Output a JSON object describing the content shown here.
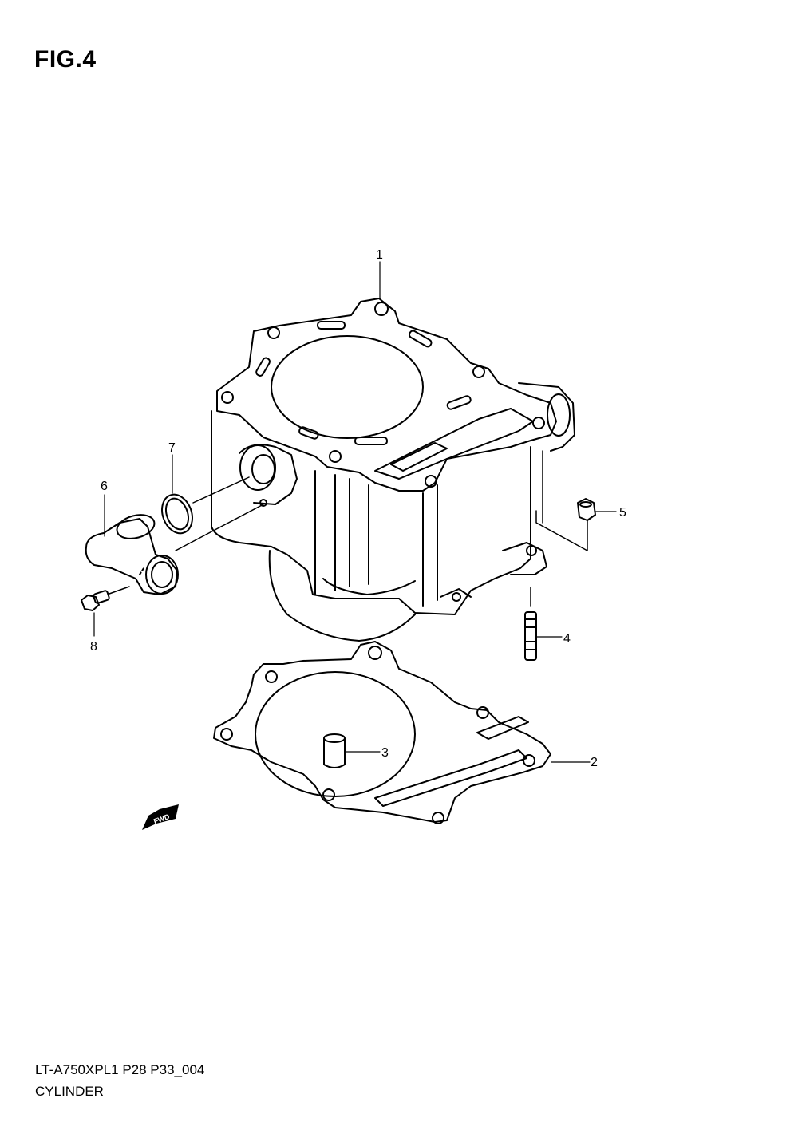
{
  "figure": {
    "title": "FIG.4"
  },
  "callouts": [
    {
      "id": "1",
      "label": "1"
    },
    {
      "id": "2",
      "label": "2"
    },
    {
      "id": "3",
      "label": "3"
    },
    {
      "id": "4",
      "label": "4"
    },
    {
      "id": "5",
      "label": "5"
    },
    {
      "id": "6",
      "label": "6"
    },
    {
      "id": "7",
      "label": "7"
    },
    {
      "id": "8",
      "label": "8"
    }
  ],
  "direction_badge": {
    "label": "FWD"
  },
  "footer": {
    "model_code": "LT-A750XPL1 P28 P33_004",
    "section_name": "CYLINDER"
  }
}
